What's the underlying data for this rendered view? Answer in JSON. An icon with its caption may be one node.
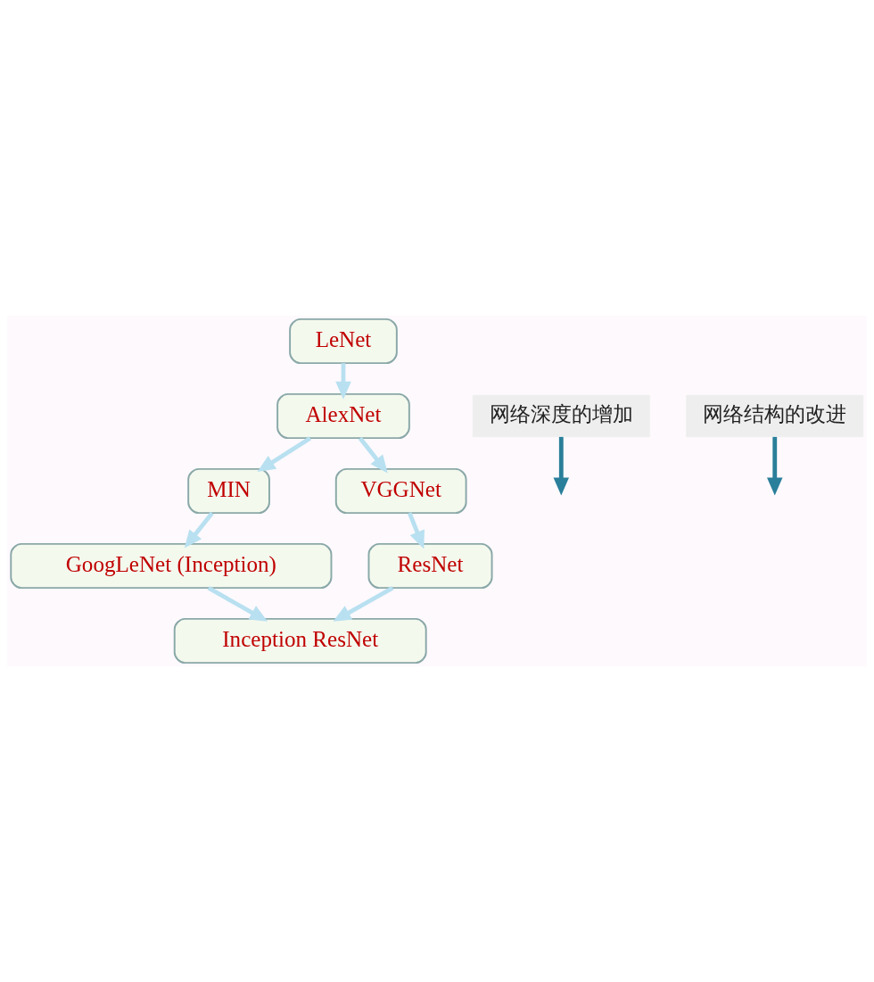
{
  "diagram": {
    "nodes": [
      {
        "text": [
          "LeNet"
        ]
      },
      {
        "text": [
          "AlexNet"
        ]
      },
      {
        "text": [
          "MIN"
        ]
      },
      {
        "text": [
          "VGGNet"
        ]
      },
      {
        "text": [
          "GoogLeNet (Inception)"
        ]
      },
      {
        "text": [
          "ResNet"
        ]
      },
      {
        "text": [
          "Inception ResNet"
        ]
      },
      {
        "text": [
          "网络结构的改进"
        ]
      },
      {
        "text": [
          "网络深度的增加"
        ]
      }
    ],
    "edges": [
      {
        "from": 0,
        "to": 1,
        "arrow": "to"
      },
      {
        "from": 1,
        "to": 2,
        "arrow": "to"
      },
      {
        "from": 1,
        "to": 3,
        "arrow": "to"
      },
      {
        "from": 2,
        "to": 4,
        "arrow": "to"
      },
      {
        "from": 3,
        "to": 5,
        "arrow": "to"
      },
      {
        "from": 4,
        "to": 6,
        "arrow": "to"
      },
      {
        "from": 5,
        "to": 6,
        "arrow": "to"
      },
      {
        "from": 7,
        "to": null,
        "arrow": "to",
        "color": "#2a7f9a"
      },
      {
        "from": 8,
        "to": null,
        "arrow": "to",
        "color": "#2a7f9a"
      }
    ]
  }
}
